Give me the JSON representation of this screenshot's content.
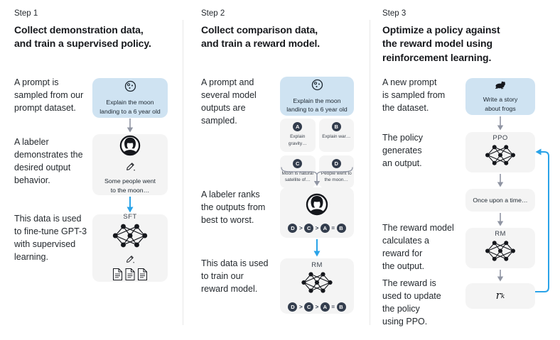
{
  "colors": {
    "prompt_box_bg": "#cfe3f2",
    "panel_bg": "#f4f4f4",
    "blue_arrow": "#2aa3e8",
    "gray_arrow": "#9095a3",
    "badge_bg": "#333d4d",
    "text": "#24292e"
  },
  "columns": [
    {
      "step_label": "Step 1",
      "title": "Collect demonstration data,\nand train a supervised policy.",
      "captions": {
        "c1": "A prompt is\nsampled from our\nprompt dataset.",
        "c2": "A labeler\ndemonstrates the\ndesired output\nbehavior.",
        "c3": "This data is used\nto fine-tune GPT-3\nwith supervised\nlearning."
      },
      "prompt_box": {
        "icon": "moon-icon",
        "text": "Explain the moon\nlanding to a 6 year old"
      },
      "labeler_box": {
        "text": "Some people went\nto the moon…"
      },
      "model_box": {
        "label": "SFT"
      }
    },
    {
      "step_label": "Step 2",
      "title": "Collect comparison data,\nand train a reward model.",
      "captions": {
        "c1": "A prompt and\nseveral model\noutputs are\nsampled.",
        "c2": "A labeler ranks\nthe outputs from\nbest to worst.",
        "c3": "This data is used\nto train our\nreward model."
      },
      "prompt_box": {
        "icon": "moon-icon",
        "text": "Explain the moon\nlanding to a 6 year old"
      },
      "outputs": [
        {
          "badge": "A",
          "text": "Explain gravity…"
        },
        {
          "badge": "B",
          "text": "Explain war…"
        },
        {
          "badge": "C",
          "text": "Moon is natural\nsatellite of…"
        },
        {
          "badge": "D",
          "text": "People went to\nthe moon…"
        }
      ],
      "ranking": {
        "r1": "D",
        "s1": ">",
        "r2": "C",
        "s2": ">",
        "r3": "A",
        "s3": "=",
        "r4": "B"
      },
      "model_box": {
        "label": "RM"
      }
    },
    {
      "step_label": "Step 3",
      "title": "Optimize a policy against\nthe reward model using\nreinforcement learning.",
      "captions": {
        "c1": "A new prompt\nis sampled from\nthe dataset.",
        "c2": "The policy\ngenerates\nan output.",
        "c3": "The reward model\ncalculates a\nreward for\nthe output.",
        "c4": "The reward is\nused to update\nthe policy\nusing PPO."
      },
      "prompt_box": {
        "icon": "frog-icon",
        "text": "Write a story\nabout frogs"
      },
      "policy_box": {
        "label": "PPO"
      },
      "output_box": {
        "text": "Once upon a time…"
      },
      "rm_box": {
        "label": "RM"
      },
      "reward_box": {
        "base": "r",
        "sub": "k"
      }
    }
  ]
}
